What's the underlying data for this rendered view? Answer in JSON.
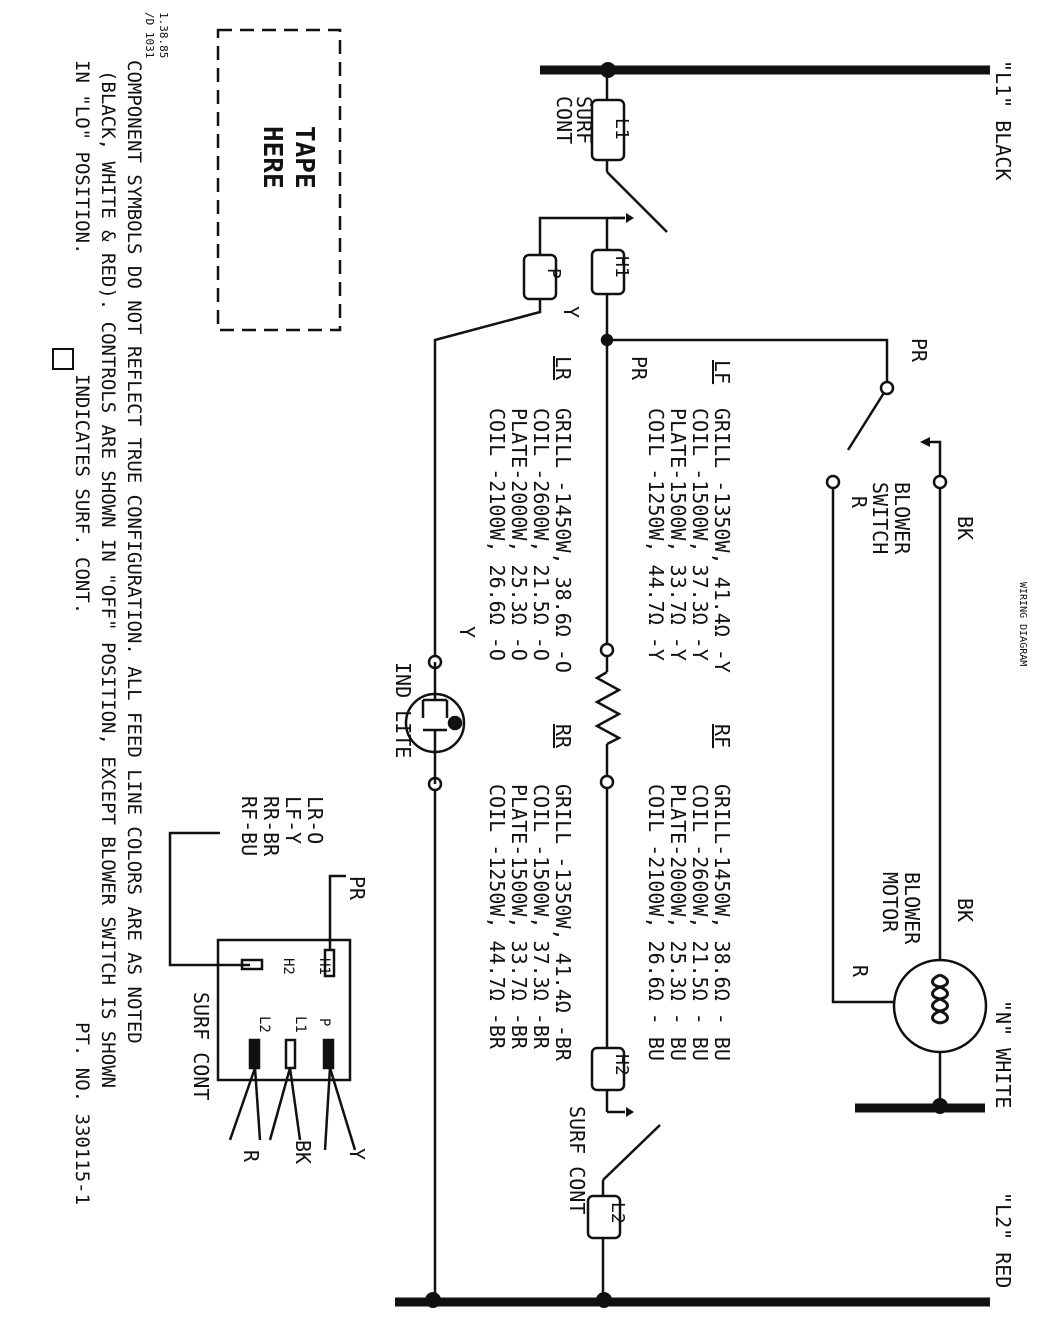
{
  "title": "WIRING DIAGRAM",
  "rails": {
    "l1": "\"L1\" BLACK",
    "n": "\"N\" WHITE",
    "l2": "\"L2\" RED"
  },
  "surf_cont": {
    "left_label_1": "SURF",
    "left_label_2": "CONT",
    "right_label": "SURF CONT",
    "l1_box": "L1",
    "h1_box": "H1",
    "p_box": "P",
    "h2_box": "H2",
    "l2_box": "L2",
    "wire_y": "Y",
    "wire_pr_left": "PR",
    "wire_pr_top": "PR"
  },
  "blower": {
    "switch_1": "BLOWER",
    "switch_2": "SWITCH",
    "motor_1": "BLOWER",
    "motor_2": "MOTOR",
    "bk_1": "BK",
    "bk_2": "BK",
    "r_1": "R",
    "r_2": "R"
  },
  "element_specs": {
    "lf": {
      "label": "LF",
      "lines": [
        "GRILL -1350W, 41.4Ω -Y",
        "COIL  -1500W, 37.3Ω -Y",
        "PLATE-1500W, 33.7Ω -Y",
        "COIL  -1250W, 44.7Ω -Y"
      ]
    },
    "lr": {
      "label": "LR",
      "lines": [
        "GRILL -1450W, 38.6Ω -O",
        "COIL  -2600W, 21.5Ω -O",
        "PLATE-2000W, 25.3Ω -O",
        "COIL  -2100W, 26.6Ω -O"
      ]
    },
    "rf": {
      "label": "RF",
      "lines": [
        "GRILL-1450W, 38.6Ω - BU",
        "COIL  -2600W, 21.5Ω - BU",
        "PLATE-2000W, 25.3Ω - BU",
        "COIL  -2100W, 26.6Ω - BU"
      ]
    },
    "rr": {
      "label": "RR",
      "lines": [
        "GRILL -1350W, 41.4Ω -BR",
        "COIL  -1500W, 37.3Ω -BR",
        "PLATE-1500W, 33.7Ω -BR",
        "COIL  -1250W, 44.7Ω -BR"
      ]
    }
  },
  "ind_lite": {
    "label": "IND LITE",
    "wire_y": "Y"
  },
  "tape": {
    "line_1": "TAPE",
    "line_2": "HERE"
  },
  "legend": [
    "LR-O",
    "LF-Y",
    "RR-BR",
    "RF-BU"
  ],
  "surf_cont_detail": {
    "title": "SURF CONT",
    "pr": "PR",
    "h1": "H1",
    "h2": "H2",
    "p": "P",
    "l1": "L1",
    "l2": "L2",
    "y": "Y",
    "bk": "BK",
    "r": "R"
  },
  "date": "1.38.85",
  "doc_id": "/D 1031",
  "notes": [
    "COMPONENT SYMBOLS DO NOT REFLECT TRUE CONFIGURATION.  ALL FEED LINE COLORS ARE AS NOTED",
    "(BLACK, WHITE & RED).  CONTROLS ARE SHOWN IN \"OFF\" POSITION, EXCEPT BLOWER SWITCH IS SHOWN",
    "IN \"LO\" POSITION.",
    "INDICATES  SURF. CONT."
  ],
  "part_no": "PT. NO.  330115-1"
}
